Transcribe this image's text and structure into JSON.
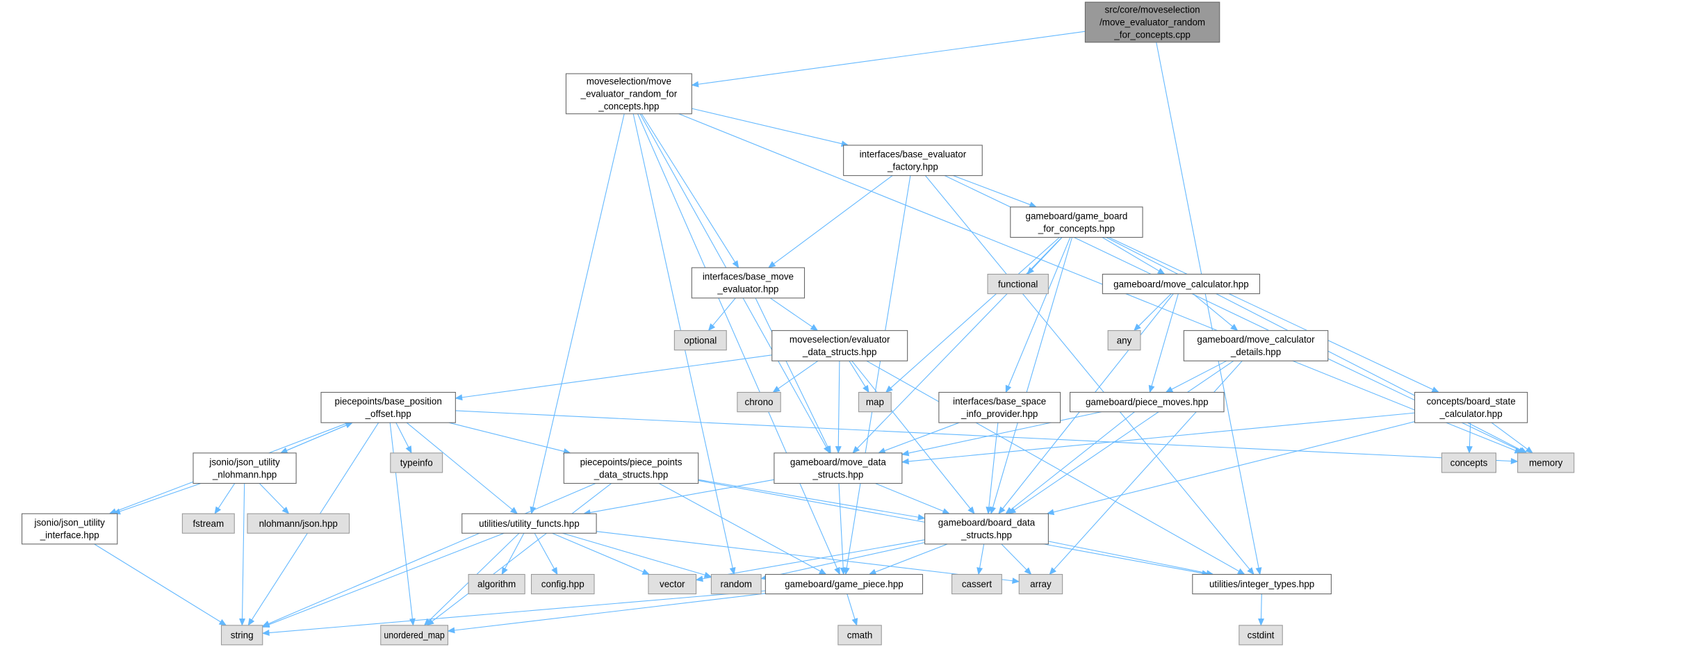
{
  "graph": {
    "edge_color": "#63b8ff",
    "root_fill": "#999999",
    "system_fill": "#e0e0e0",
    "nodes": [
      {
        "id": "root",
        "kind": "root",
        "lines": [
          "src/core/moveselection",
          "/move_evaluator_random",
          "_for_concepts.cpp"
        ]
      },
      {
        "id": "A",
        "kind": "file",
        "lines": [
          "moveselection/move",
          "_evaluator_random_for",
          "_concepts.hpp"
        ]
      },
      {
        "id": "B",
        "kind": "file",
        "lines": [
          "interfaces/base_evaluator",
          "_factory.hpp"
        ]
      },
      {
        "id": "C",
        "kind": "file",
        "lines": [
          "gameboard/game_board",
          "_for_concepts.hpp"
        ]
      },
      {
        "id": "D",
        "kind": "file",
        "lines": [
          "interfaces/base_move",
          "_evaluator.hpp"
        ]
      },
      {
        "id": "functional",
        "kind": "sys",
        "lines": [
          "functional"
        ]
      },
      {
        "id": "E",
        "kind": "file",
        "lines": [
          "gameboard/move_calculator.hpp"
        ]
      },
      {
        "id": "optional",
        "kind": "sys",
        "lines": [
          "optional"
        ]
      },
      {
        "id": "F",
        "kind": "file",
        "lines": [
          "moveselection/evaluator",
          "_data_structs.hpp"
        ]
      },
      {
        "id": "any",
        "kind": "sys",
        "lines": [
          "any"
        ]
      },
      {
        "id": "G",
        "kind": "file",
        "lines": [
          "gameboard/move_calculator",
          "_details.hpp"
        ]
      },
      {
        "id": "H",
        "kind": "file",
        "lines": [
          "piecepoints/base_position",
          "_offset.hpp"
        ]
      },
      {
        "id": "chrono",
        "kind": "sys",
        "lines": [
          "chrono"
        ]
      },
      {
        "id": "map",
        "kind": "sys",
        "lines": [
          "map"
        ]
      },
      {
        "id": "I",
        "kind": "file",
        "lines": [
          "interfaces/base_space",
          "_info_provider.hpp"
        ]
      },
      {
        "id": "J",
        "kind": "file",
        "lines": [
          "gameboard/piece_moves.hpp"
        ]
      },
      {
        "id": "K",
        "kind": "file",
        "lines": [
          "concepts/board_state",
          "_calculator.hpp"
        ]
      },
      {
        "id": "L",
        "kind": "file",
        "lines": [
          "jsonio/json_utility",
          "_nlohmann.hpp"
        ]
      },
      {
        "id": "typeinfo",
        "kind": "sys",
        "lines": [
          "typeinfo"
        ]
      },
      {
        "id": "M",
        "kind": "file",
        "lines": [
          "piecepoints/piece_points",
          "_data_structs.hpp"
        ]
      },
      {
        "id": "N",
        "kind": "file",
        "lines": [
          "gameboard/move_data",
          "_structs.hpp"
        ]
      },
      {
        "id": "concepts",
        "kind": "sys",
        "lines": [
          "concepts"
        ]
      },
      {
        "id": "memory",
        "kind": "sys",
        "lines": [
          "memory"
        ]
      },
      {
        "id": "O",
        "kind": "file",
        "lines": [
          "jsonio/json_utility",
          "_interface.hpp"
        ]
      },
      {
        "id": "fstream",
        "kind": "sys",
        "lines": [
          "fstream"
        ]
      },
      {
        "id": "nlohmann",
        "kind": "sys",
        "lines": [
          "nlohmann/json.hpp"
        ]
      },
      {
        "id": "P",
        "kind": "file",
        "lines": [
          "utilities/utility_functs.hpp"
        ]
      },
      {
        "id": "Q",
        "kind": "file",
        "lines": [
          "gameboard/board_data",
          "_structs.hpp"
        ]
      },
      {
        "id": "algorithm",
        "kind": "sys",
        "lines": [
          "algorithm"
        ]
      },
      {
        "id": "config",
        "kind": "sys",
        "lines": [
          "config.hpp"
        ]
      },
      {
        "id": "vector",
        "kind": "sys",
        "lines": [
          "vector"
        ]
      },
      {
        "id": "random",
        "kind": "sys",
        "lines": [
          "random"
        ]
      },
      {
        "id": "R",
        "kind": "file",
        "lines": [
          "gameboard/game_piece.hpp"
        ]
      },
      {
        "id": "cassert",
        "kind": "sys",
        "lines": [
          "cassert"
        ]
      },
      {
        "id": "array",
        "kind": "sys",
        "lines": [
          "array"
        ]
      },
      {
        "id": "S",
        "kind": "file",
        "lines": [
          "utilities/integer_types.hpp"
        ]
      },
      {
        "id": "string",
        "kind": "sys",
        "lines": [
          "string"
        ]
      },
      {
        "id": "unordered_map",
        "kind": "sys",
        "lines": [
          "unordered_map"
        ]
      },
      {
        "id": "cmath",
        "kind": "sys",
        "lines": [
          "cmath"
        ]
      },
      {
        "id": "cstdint",
        "kind": "sys",
        "lines": [
          "cstdint"
        ]
      }
    ],
    "edges": [
      [
        "root",
        "A"
      ],
      [
        "root",
        "S"
      ],
      [
        "A",
        "B"
      ],
      [
        "A",
        "D"
      ],
      [
        "A",
        "memory"
      ],
      [
        "A",
        "P"
      ],
      [
        "A",
        "random"
      ],
      [
        "A",
        "R"
      ],
      [
        "A",
        "N"
      ],
      [
        "B",
        "D"
      ],
      [
        "B",
        "C"
      ],
      [
        "B",
        "R"
      ],
      [
        "B",
        "memory"
      ],
      [
        "B",
        "S"
      ],
      [
        "C",
        "functional"
      ],
      [
        "C",
        "E"
      ],
      [
        "C",
        "map"
      ],
      [
        "C",
        "N"
      ],
      [
        "C",
        "I"
      ],
      [
        "C",
        "K"
      ],
      [
        "C",
        "memory"
      ],
      [
        "C",
        "Q"
      ],
      [
        "D",
        "optional"
      ],
      [
        "D",
        "F"
      ],
      [
        "D",
        "N"
      ],
      [
        "E",
        "any"
      ],
      [
        "E",
        "G"
      ],
      [
        "E",
        "J"
      ],
      [
        "E",
        "Q"
      ],
      [
        "F",
        "H"
      ],
      [
        "F",
        "chrono"
      ],
      [
        "F",
        "map"
      ],
      [
        "F",
        "N"
      ],
      [
        "F",
        "Q"
      ],
      [
        "F",
        "S"
      ],
      [
        "G",
        "J"
      ],
      [
        "G",
        "Q"
      ],
      [
        "G",
        "array"
      ],
      [
        "H",
        "L"
      ],
      [
        "H",
        "typeinfo"
      ],
      [
        "H",
        "M"
      ],
      [
        "H",
        "P"
      ],
      [
        "H",
        "O"
      ],
      [
        "H",
        "string"
      ],
      [
        "H",
        "unordered_map"
      ],
      [
        "H",
        "memory"
      ],
      [
        "L",
        "H"
      ],
      [
        "L",
        "O"
      ],
      [
        "L",
        "fstream"
      ],
      [
        "L",
        "nlohmann"
      ],
      [
        "L",
        "string"
      ],
      [
        "I",
        "N"
      ],
      [
        "I",
        "Q"
      ],
      [
        "J",
        "N"
      ],
      [
        "J",
        "Q"
      ],
      [
        "K",
        "N"
      ],
      [
        "K",
        "concepts"
      ],
      [
        "K",
        "memory"
      ],
      [
        "K",
        "Q"
      ],
      [
        "M",
        "string"
      ],
      [
        "M",
        "unordered_map"
      ],
      [
        "M",
        "R"
      ],
      [
        "M",
        "Q"
      ],
      [
        "M",
        "S"
      ],
      [
        "N",
        "P"
      ],
      [
        "N",
        "Q"
      ],
      [
        "N",
        "R"
      ],
      [
        "O",
        "string"
      ],
      [
        "P",
        "algorithm"
      ],
      [
        "P",
        "config"
      ],
      [
        "P",
        "vector"
      ],
      [
        "P",
        "random"
      ],
      [
        "P",
        "string"
      ],
      [
        "P",
        "unordered_map"
      ],
      [
        "P",
        "array"
      ],
      [
        "Q",
        "vector"
      ],
      [
        "Q",
        "random"
      ],
      [
        "Q",
        "R"
      ],
      [
        "Q",
        "cassert"
      ],
      [
        "Q",
        "array"
      ],
      [
        "Q",
        "S"
      ],
      [
        "R",
        "string"
      ],
      [
        "R",
        "unordered_map"
      ],
      [
        "R",
        "cmath"
      ],
      [
        "S",
        "cstdint"
      ]
    ]
  }
}
